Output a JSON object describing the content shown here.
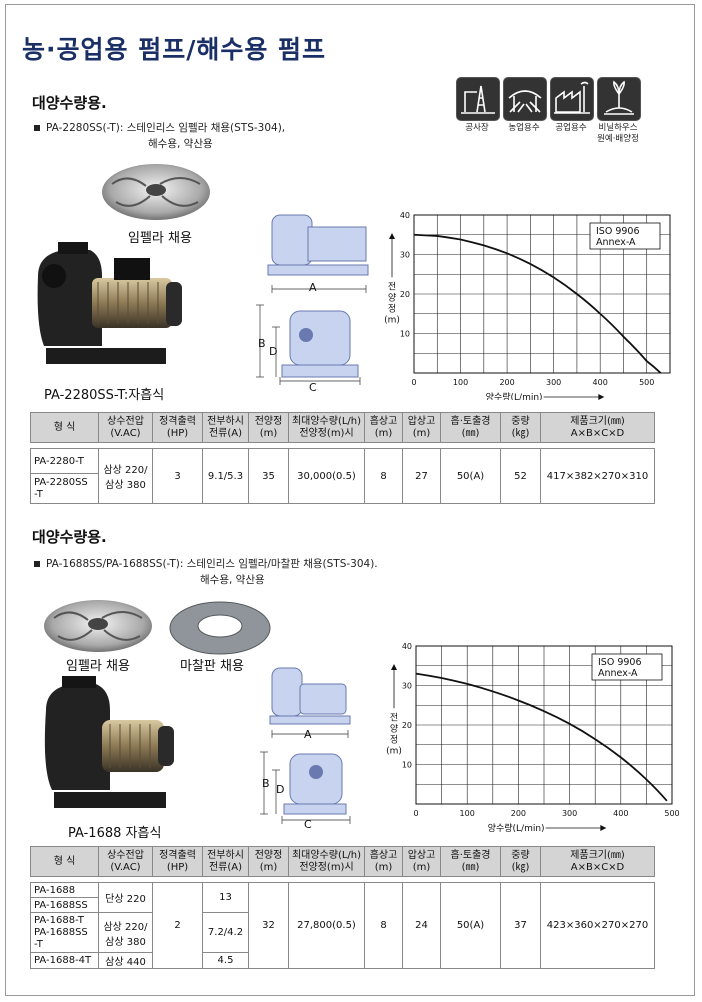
{
  "page_title": "농·공업용 펌프/해수용 펌프",
  "usage_icons": [
    {
      "icon": "construction-site-icon",
      "label": "공사장"
    },
    {
      "icon": "irrigation-icon",
      "label": "농업용수"
    },
    {
      "icon": "factory-icon",
      "label": "공업용수"
    },
    {
      "icon": "greenhouse-icon",
      "label": "비닐하우스\n원예·배양정"
    }
  ],
  "section1": {
    "heading": "대양수량용.",
    "desc_line1": "PA-2280SS(-T): 스테인리스 임펠라 채용(STS-304),",
    "desc_line2": "해수용, 약산용",
    "impeller_label": "임펠라 채용",
    "model_caption": "PA-2280SS-T:자흡식",
    "dim_labels": {
      "a": "A",
      "b": "B",
      "c": "C",
      "d": "D"
    }
  },
  "section2": {
    "heading": "대양수량용.",
    "desc_line1": "PA-1688SS/PA-1688SS(-T): 스테인리스 임펠라/마찰판 채용(STS-304).",
    "desc_line2": "해수용, 약산용",
    "impeller_label": "임펠라 채용",
    "plate_label": "마찰판 채용",
    "model_caption": "PA-1688 자흡식",
    "dim_labels": {
      "a": "A",
      "b": "B",
      "c": "C",
      "d": "D"
    }
  },
  "table_headers": {
    "model": "형 식",
    "voltage": "상수전압",
    "voltage_unit": "(V.AC)",
    "output": "정격출력",
    "output_unit": "(HP)",
    "current": "전부하시",
    "current_unit": "전류(A)",
    "head": "전양정",
    "head_unit": "(m)",
    "maxflow": "최대양수량(L/h)",
    "maxflow_unit": "전양정(m)시",
    "suction": "흡상고",
    "suction_unit": "(m)",
    "pressure": "압상고",
    "pressure_unit": "(m)",
    "bore": "흡·토출경",
    "bore_unit": "(㎜)",
    "weight": "중량",
    "weight_unit": "(㎏)",
    "size": "제품크기(㎜)",
    "size_unit": "A×B×C×D"
  },
  "table1": {
    "models": [
      "PA-2280-T",
      "PA-2280SS\n-T"
    ],
    "voltage": "삼상 220/\n삼상 380",
    "output": "3",
    "current": "9.1/5.3",
    "head": "35",
    "maxflow": "30,000(0.5)",
    "suction": "8",
    "pressure": "27",
    "bore": "50(A)",
    "weight": "52",
    "size": "417×382×270×310"
  },
  "table2": {
    "rows": [
      {
        "model": "PA-1688",
        "voltage": "단상 220",
        "current": "13"
      },
      {
        "model": "PA-1688SS"
      },
      {
        "model": "PA-1688-T\nPA-1688SS\n-T",
        "voltage": "삼상 220/\n삼상 380",
        "current": "7.2/4.2"
      },
      {
        "model": "PA-1688-4T",
        "voltage": "삼상 440",
        "current": "4.5"
      }
    ],
    "output": "2",
    "head": "32",
    "maxflow": "27,800(0.5)",
    "suction": "8",
    "pressure": "24",
    "bore": "50(A)",
    "weight": "37",
    "size": "423×360×270×270"
  },
  "chart_data": [
    {
      "type": "line",
      "title": "",
      "annotation": "ISO 9906\nAnnex-A",
      "xlabel": "양수량(L/min)",
      "ylabel": "전양정(m)",
      "xlim": [
        0,
        550
      ],
      "ylim": [
        0,
        40
      ],
      "xticks": [
        0,
        100,
        200,
        300,
        400,
        500
      ],
      "yticks": [
        10,
        20,
        30,
        40
      ],
      "grid": true,
      "series": [
        {
          "x": [
            0,
            50,
            100,
            150,
            200,
            250,
            300,
            350,
            400,
            450,
            500,
            530
          ],
          "values": [
            35,
            34.7,
            33.8,
            32.3,
            30.3,
            27.6,
            24.2,
            20.0,
            15.0,
            9.2,
            3.0,
            0
          ]
        }
      ]
    },
    {
      "type": "line",
      "title": "",
      "annotation": "ISO 9906\nAnnex-A",
      "xlabel": "양수량(L/min)",
      "ylabel": "전양정(m)",
      "xlim": [
        0,
        500
      ],
      "ylim": [
        0,
        40
      ],
      "xticks": [
        0,
        100,
        200,
        300,
        400,
        500
      ],
      "yticks": [
        10,
        20,
        30,
        40
      ],
      "grid": true,
      "series": [
        {
          "x": [
            0,
            50,
            100,
            150,
            200,
            250,
            300,
            350,
            400,
            450,
            490
          ],
          "values": [
            33,
            31.9,
            30.4,
            28.5,
            26.2,
            23.5,
            20.3,
            16.4,
            11.8,
            6.2,
            0.8
          ]
        }
      ]
    }
  ]
}
